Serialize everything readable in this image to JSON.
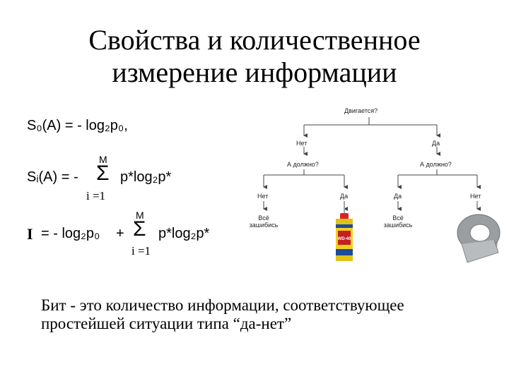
{
  "slide": {
    "title_line1": "Свойства и количественное",
    "title_line2": "измерение информации"
  },
  "formulas": {
    "f1": {
      "text": "S₀(A) = - log₂p₀,"
    },
    "f2": {
      "lhs": "Sᵢ(A) = -",
      "sigma": "Σ",
      "upper": "M",
      "lower": "i =1",
      "rhs": "p*log₂p*"
    },
    "f3": {
      "lhs_bold": "I",
      "lhs": "= - log₂p₀",
      "plus": "+",
      "sigma": "Σ",
      "upper": "M",
      "lower": "i =1",
      "rhs": "p*log₂p*"
    }
  },
  "tree": {
    "root": "Двигается?",
    "left_branch": "Нет",
    "right_branch": "Да",
    "left_question": "А должно?",
    "right_question": "А должно?",
    "ll": "Нет",
    "lr": "Да",
    "rl": "Да",
    "rr": "Нет",
    "ll_result_line1": "Всё",
    "ll_result_line2": "зашибись",
    "rl_result_line1": "Всё",
    "rl_result_line2": "зашибись",
    "can_label": "WD-40"
  },
  "caption": {
    "line1": "Бит - это количество информации, соответствующее",
    "line2": "простейшей ситуации типа “да-нет”"
  }
}
